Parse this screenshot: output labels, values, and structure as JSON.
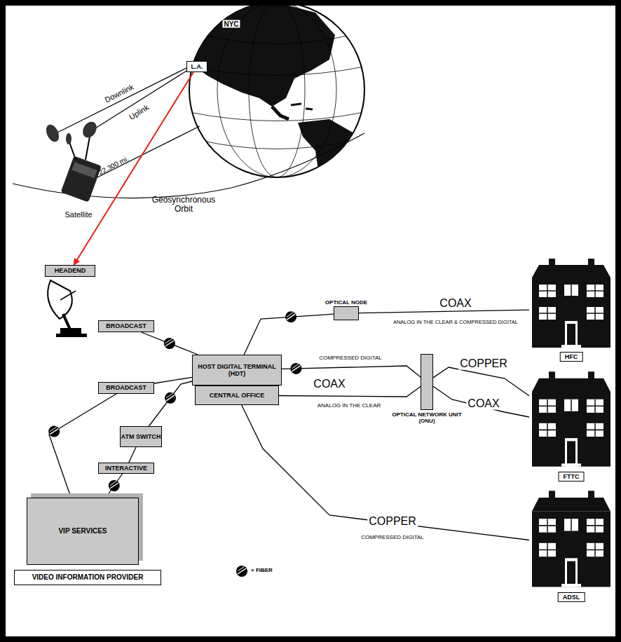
{
  "diagram": {
    "nodes": [
      {
        "text": [
          "L.A."
        ]
      },
      {
        "text": [
          "HEADEND"
        ]
      },
      {
        "text": [
          "BROADCAST"
        ]
      },
      {
        "text": [
          "BROADCAST"
        ]
      },
      {
        "text": [
          "HOST DIGITAL TERMINAL (HDT)"
        ]
      },
      {
        "text": [
          "CENTRAL OFFICE"
        ]
      },
      {
        "text": [
          "OPTICAL NODE"
        ]
      },
      {
        "text": [
          "OPTICAL NETWORK UNIT (ONU)"
        ]
      },
      {
        "text": [
          "ATM SWITCH"
        ]
      },
      {
        "text": [
          "INTERACTIVE"
        ]
      },
      {
        "text": [
          "VIP SERVICES"
        ]
      },
      {
        "text": [
          "VIDEO INFORMATION PROVIDER"
        ]
      },
      {
        "text": [
          "HFC"
        ]
      },
      {
        "text": [
          "FTTC"
        ]
      },
      {
        "text": [
          "ADSL"
        ]
      }
    ],
    "edges": [
      {
        "from": 0,
        "to": 1,
        "arrow": "to"
      },
      {
        "from": 2,
        "to": 4,
        "arrow": "none"
      },
      {
        "from": 3,
        "to": 4,
        "arrow": "none"
      },
      {
        "from": 4,
        "to": 6,
        "arrow": "none"
      },
      {
        "from": 6,
        "to": 12,
        "label": "COAX",
        "arrow": "none"
      },
      {
        "from": 4,
        "to": 7,
        "label": "COMPRESSED DIGITAL",
        "arrow": "none"
      },
      {
        "from": 5,
        "to": 7,
        "label": "COAX",
        "arrow": "none"
      },
      {
        "from": 7,
        "to": 13,
        "label": "COPPER",
        "arrow": "none"
      },
      {
        "from": 7,
        "to": 13,
        "label": "COAX",
        "arrow": "none"
      },
      {
        "from": 5,
        "to": 14,
        "label": "COPPER",
        "arrow": "none"
      },
      {
        "from": 8,
        "to": 4,
        "arrow": "none"
      },
      {
        "from": 9,
        "to": 8,
        "arrow": "none"
      },
      {
        "from": 10,
        "to": 9,
        "arrow": "none"
      },
      {
        "from": 10,
        "to": 3,
        "arrow": "none"
      }
    ],
    "labels": [
      "Downlink",
      "Uplink",
      "22,300 mi.",
      "Satellite",
      "Geosynchronous Orbit",
      "NYC",
      "ANALOG IN THE CLEAR & COMPRESSED DIGITAL",
      "ANALOG IN THE CLEAR",
      "COMPRESSED DIGITAL"
    ],
    "legend": [
      {
        "text": "= FIBER"
      }
    ]
  }
}
